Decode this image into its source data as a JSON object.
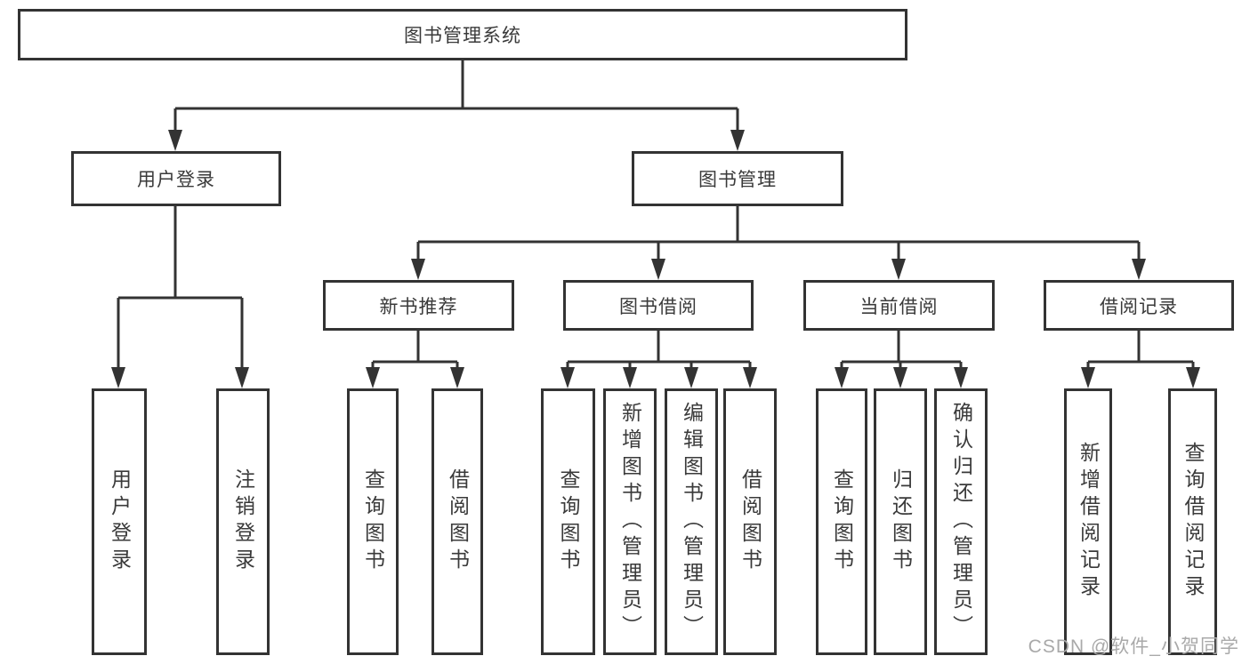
{
  "diagram": {
    "root": {
      "label": "图书管理系统"
    },
    "level2": [
      {
        "label": "用户登录"
      },
      {
        "label": "图书管理"
      }
    ],
    "level3": [
      {
        "label": "新书推荐"
      },
      {
        "label": "图书借阅"
      },
      {
        "label": "当前借阅"
      },
      {
        "label": "借阅记录"
      }
    ],
    "leaves": {
      "user_login": [
        "用户登录",
        "注销登录"
      ],
      "new_books": [
        "查询图书",
        "借阅图书"
      ],
      "book_borrow": [
        "查询图书",
        "新增图书（管理员）",
        "编辑图书（管理员）",
        "借阅图书"
      ],
      "current_borrow": [
        "查询图书",
        "归还图书",
        "确认归还（管理员）"
      ],
      "borrow_records": [
        "新增借阅记录",
        "查询借阅记录"
      ]
    },
    "watermark": "CSDN @软件_小贺同学",
    "colors": {
      "line": "#333333",
      "text": "#3a3a3a",
      "background": "#ffffff",
      "watermark": "#a9a9a9"
    }
  }
}
